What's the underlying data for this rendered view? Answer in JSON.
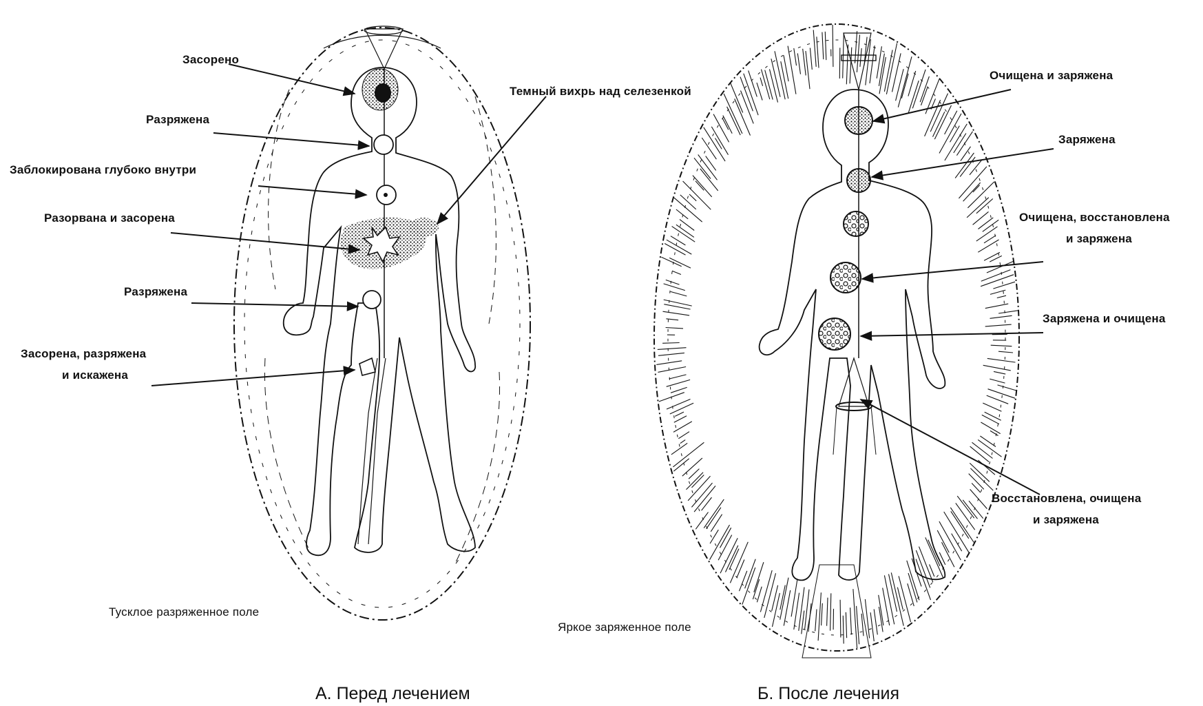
{
  "panel_a": {
    "caption": "А. Перед лечением",
    "labels": {
      "zasoreno": "Засорено",
      "temny_vihr": "Темный вихрь над селезенкой",
      "razryazhena_1": "Разряжена",
      "zablokirovana": "Заблокирована глубоко внутри",
      "razorvana": "Разорвана и засорена",
      "razryazhena_2": "Разряжена",
      "zasorena_1": "Засорена, разряжена",
      "zasorena_2": "и искажена",
      "field": "Тусклое разряженное поле"
    }
  },
  "panel_b": {
    "caption": "Б. После лечения",
    "labels": {
      "ochishchena_zaryazhena": "Очищена и заряжена",
      "zaryazhena": "Заряжена",
      "vosstanovlena_1": "Очищена, восстановлена",
      "vosstanovlena_2": "и заряжена",
      "zaryazhena_ochishchena": "Заряжена и очищена",
      "vosstanovlena_ochishchena_1": "Восстановлена, очищена",
      "vosstanovlena_ochishchena_2": "и заряжена",
      "field": "Яркое заряженное поле"
    }
  }
}
